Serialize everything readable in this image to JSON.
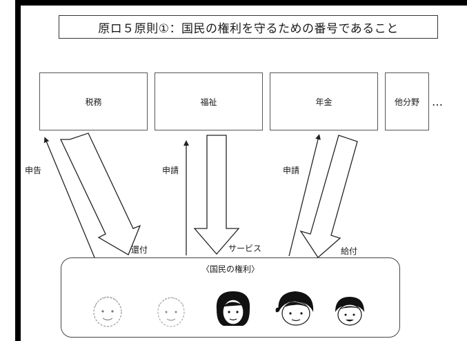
{
  "title": "原ロ５原則①：国民の権利を守るための番号であること",
  "fields": {
    "tax": "税務",
    "welfare": "福祉",
    "pension": "年金",
    "other": "他分野",
    "more": "…"
  },
  "flows": {
    "tax_up": "申告",
    "tax_down": "還付",
    "welfare_up": "申請",
    "welfare_down": "サービス",
    "pension_up": "申請",
    "pension_down": "給付"
  },
  "citizens": {
    "label": "〈国民の権利〉"
  }
}
